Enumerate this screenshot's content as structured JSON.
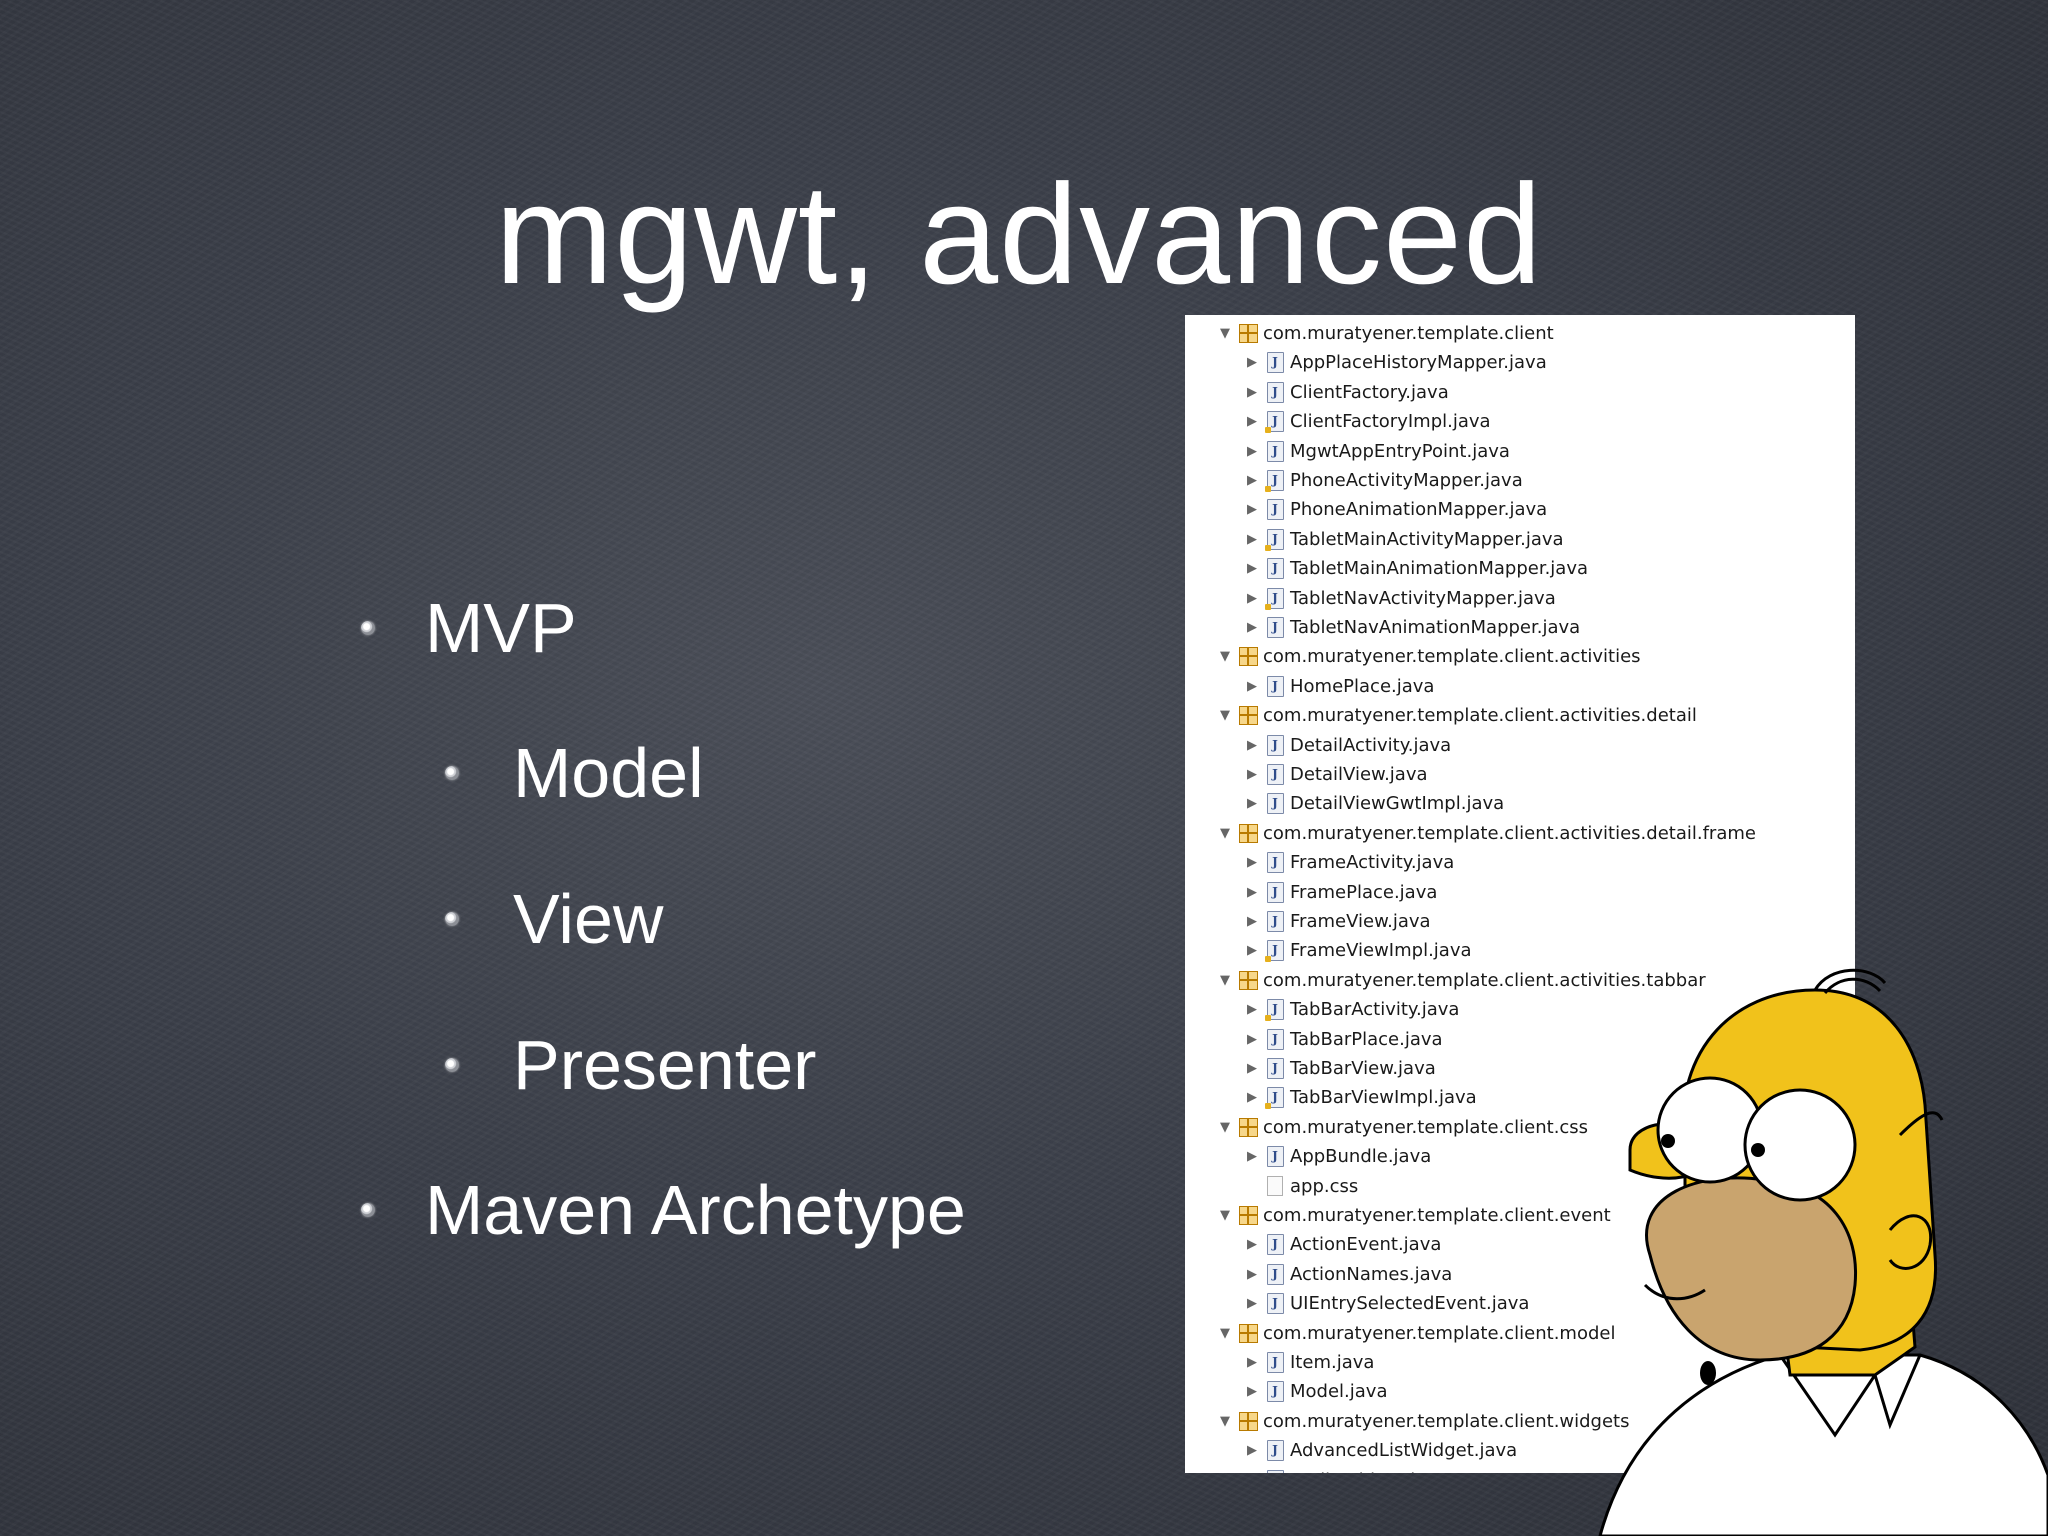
{
  "slide": {
    "title": "mgwt, advanced",
    "bullets": [
      {
        "label": "MVP"
      },
      {
        "label": "Model"
      },
      {
        "label": "View"
      },
      {
        "label": "Presenter"
      },
      {
        "label": "Maven Archetype"
      }
    ]
  },
  "tree": {
    "rows": [
      {
        "type": "package",
        "label": "com.muratyener.template.client"
      },
      {
        "type": "java",
        "label": "AppPlaceHistoryMapper.java"
      },
      {
        "type": "java",
        "label": "ClientFactory.java"
      },
      {
        "type": "java",
        "label": "ClientFactoryImpl.java",
        "warn": true
      },
      {
        "type": "java",
        "label": "MgwtAppEntryPoint.java"
      },
      {
        "type": "java",
        "label": "PhoneActivityMapper.java",
        "warn": true
      },
      {
        "type": "java",
        "label": "PhoneAnimationMapper.java"
      },
      {
        "type": "java",
        "label": "TabletMainActivityMapper.java",
        "warn": true
      },
      {
        "type": "java",
        "label": "TabletMainAnimationMapper.java"
      },
      {
        "type": "java",
        "label": "TabletNavActivityMapper.java",
        "warn": true
      },
      {
        "type": "java",
        "label": "TabletNavAnimationMapper.java"
      },
      {
        "type": "package",
        "label": "com.muratyener.template.client.activities"
      },
      {
        "type": "java",
        "label": "HomePlace.java"
      },
      {
        "type": "package",
        "label": "com.muratyener.template.client.activities.detail"
      },
      {
        "type": "java",
        "label": "DetailActivity.java"
      },
      {
        "type": "java",
        "label": "DetailView.java"
      },
      {
        "type": "java",
        "label": "DetailViewGwtImpl.java"
      },
      {
        "type": "package",
        "label": "com.muratyener.template.client.activities.detail.frame"
      },
      {
        "type": "java",
        "label": "FrameActivity.java"
      },
      {
        "type": "java",
        "label": "FramePlace.java"
      },
      {
        "type": "java",
        "label": "FrameView.java"
      },
      {
        "type": "java",
        "label": "FrameViewImpl.java",
        "warn": true
      },
      {
        "type": "package",
        "label": "com.muratyener.template.client.activities.tabbar"
      },
      {
        "type": "java",
        "label": "TabBarActivity.java",
        "warn": true
      },
      {
        "type": "java",
        "label": "TabBarPlace.java"
      },
      {
        "type": "java",
        "label": "TabBarView.java"
      },
      {
        "type": "java",
        "label": "TabBarViewImpl.java",
        "warn": true
      },
      {
        "type": "package",
        "label": "com.muratyener.template.client.css"
      },
      {
        "type": "java",
        "label": "AppBundle.java"
      },
      {
        "type": "file",
        "label": "app.css"
      },
      {
        "type": "package",
        "label": "com.muratyener.template.client.event"
      },
      {
        "type": "java",
        "label": "ActionEvent.java"
      },
      {
        "type": "java",
        "label": "ActionNames.java"
      },
      {
        "type": "java",
        "label": "UIEntrySelectedEvent.java"
      },
      {
        "type": "package",
        "label": "com.muratyener.template.client.model"
      },
      {
        "type": "java",
        "label": "Item.java"
      },
      {
        "type": "java",
        "label": "Model.java"
      },
      {
        "type": "package",
        "label": "com.muratyener.template.client.widgets"
      },
      {
        "type": "java",
        "label": "AdvancedListWidget.java"
      },
      {
        "type": "java",
        "label": "AudioWidget.java"
      }
    ]
  },
  "icons": {
    "bullet": "chalk-bullet-icon",
    "package": "package-icon",
    "java": "java-file-icon",
    "file": "css-file-icon",
    "expanded": "triangle-down-icon",
    "collapsed": "triangle-right-icon"
  },
  "colors": {
    "background": "#3b3f49",
    "text": "#ffffff",
    "homer_skin": "#f1c21b",
    "homer_beard": "#c9a46e"
  }
}
